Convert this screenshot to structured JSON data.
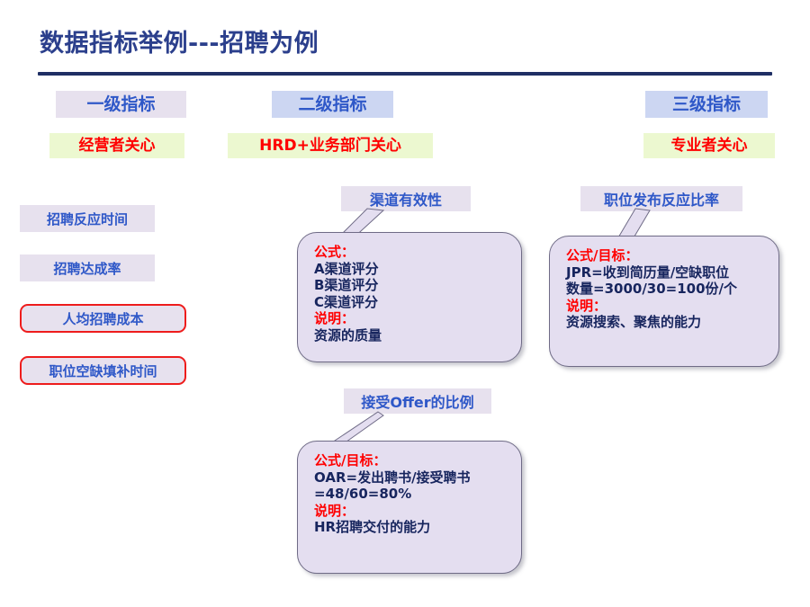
{
  "slide": {
    "title": "数据指标举例---招聘为例"
  },
  "columns": {
    "level1": {
      "title": "一级指标",
      "audience": "经营者关心"
    },
    "level2": {
      "title": "二级指标",
      "audience": "HRD+业务部门关心"
    },
    "level3": {
      "title": "三级指标",
      "audience": "专业者关心"
    }
  },
  "left_metrics": [
    {
      "label": "招聘反应时间",
      "boxed": false
    },
    {
      "label": "招聘达成率",
      "boxed": false
    },
    {
      "label": "人均招聘成本",
      "boxed": true
    },
    {
      "label": "职位空缺填补时间",
      "boxed": true
    }
  ],
  "callouts": [
    {
      "header": "渠道有效性",
      "lines": [
        {
          "text": "公式：",
          "red": true
        },
        {
          "text": "A渠道评分",
          "red": false
        },
        {
          "text": "B渠道评分",
          "red": false
        },
        {
          "text": "C渠道评分",
          "red": false
        },
        {
          "text": "说明：",
          "red": true
        },
        {
          "text": "资源的质量",
          "red": false
        }
      ]
    },
    {
      "header": "职位发布反应比率",
      "lines": [
        {
          "text": "公式/目标：",
          "red": true
        },
        {
          "text": "JPR=收到简历量/空缺职位",
          "red": false
        },
        {
          "text": "数量=3000/30=100份/个",
          "red": false
        },
        {
          "text": "说明：",
          "red": true
        },
        {
          "text": "资源搜索、聚焦的能力",
          "red": false
        }
      ]
    },
    {
      "header": "接受Offer的比例",
      "lines": [
        {
          "text": "公式/目标：",
          "red": true
        },
        {
          "text": "OAR=发出聘书/接受聘书",
          "red": false
        },
        {
          "text": "=48/60=80%",
          "red": false
        },
        {
          "text": "说明：",
          "red": true
        },
        {
          "text": "HR招聘交付的能力",
          "red": false
        }
      ]
    }
  ],
  "colors": {
    "title_blue": "#2b3f8c",
    "rule_navy": "#1f2f64",
    "badge_lavender": "#e7e1ee",
    "badge_periwinkle": "#ccd6f2",
    "badge_yellow": "#ecf8d0",
    "text_blue": "#2f58c8",
    "text_red": "#ff0000",
    "text_navy": "#17255e",
    "box_red": "#ee1c1c",
    "bubble_fill": "#e4def0"
  }
}
